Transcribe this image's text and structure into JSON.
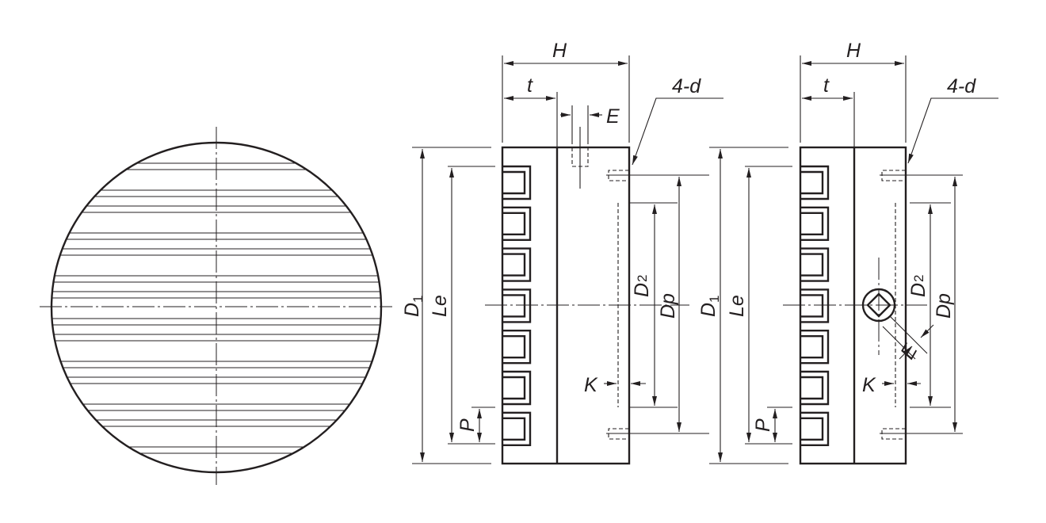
{
  "figure": {
    "front_view": {
      "groove_count": 28
    },
    "side_view_left": {
      "teeth_count": 7,
      "labels": {
        "H": "H",
        "t": "t",
        "E": "E",
        "holes": "4-d",
        "D1_main": "D",
        "D1_sub": "1",
        "Le": "Le",
        "P": "P",
        "D2_main": "D",
        "D2_sub": "2",
        "Dp": "Dp",
        "K": "K"
      }
    },
    "side_view_right": {
      "teeth_count": 7,
      "labels": {
        "H": "H",
        "t": "t",
        "E": "E",
        "holes": "4-d",
        "D1_main": "D",
        "D1_sub": "1",
        "Le": "Le",
        "P": "P",
        "D2_main": "D",
        "D2_sub": "2",
        "Dp": "Dp",
        "K": "K"
      }
    }
  }
}
